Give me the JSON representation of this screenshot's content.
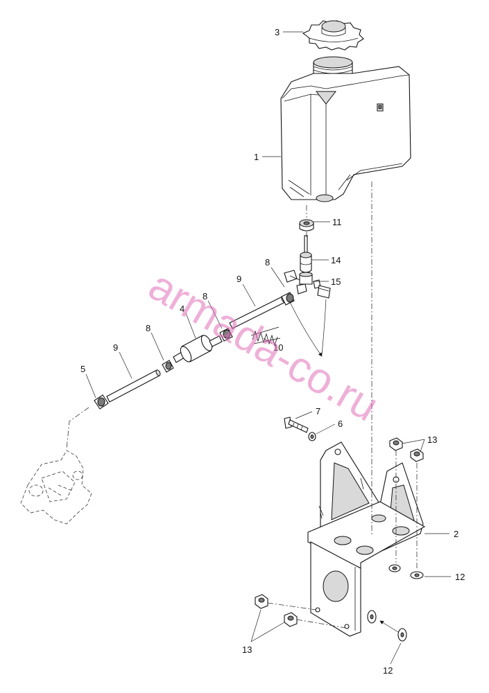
{
  "watermark": "armada-co.ru",
  "callouts": {
    "tank": "1",
    "bracket": "2",
    "cap": "3",
    "filter": "4",
    "clamp_left": "5",
    "washer_small": "6",
    "bolt": "7",
    "clamp": "8",
    "hose": "9",
    "spring": "10",
    "grommet": "11",
    "washer": "12",
    "nut": "13",
    "valve": "14",
    "tee": "15"
  }
}
